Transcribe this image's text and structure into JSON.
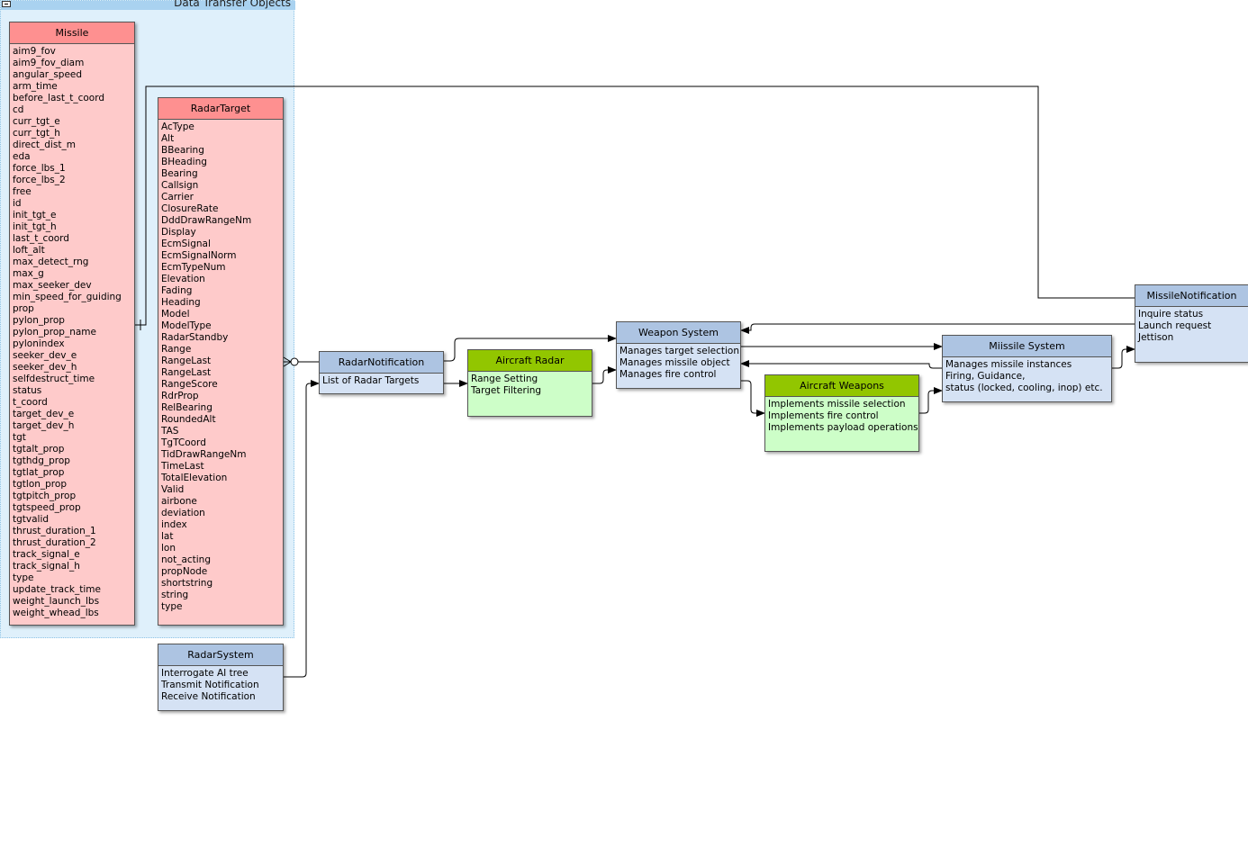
{
  "group": {
    "title": "Data Transfer Objects"
  },
  "entities": {
    "missile": {
      "title": "Missile",
      "items": [
        "aim9_fov",
        "aim9_fov_diam",
        "angular_speed",
        "arm_time",
        "before_last_t_coord",
        "cd",
        "curr_tgt_e",
        "curr_tgt_h",
        "direct_dist_m",
        "eda",
        "force_lbs_1",
        "force_lbs_2",
        "free",
        "id",
        "init_tgt_e",
        "init_tgt_h",
        "last_t_coord",
        "loft_alt",
        "max_detect_rng",
        "max_g",
        "max_seeker_dev",
        "min_speed_for_guiding",
        "prop",
        "pylon_prop",
        "pylon_prop_name",
        "pylonindex",
        "seeker_dev_e",
        "seeker_dev_h",
        "selfdestruct_time",
        "status",
        "t_coord",
        "target_dev_e",
        "target_dev_h",
        "tgt",
        "tgtalt_prop",
        "tgthdg_prop",
        "tgtlat_prop",
        "tgtlon_prop",
        "tgtpitch_prop",
        "tgtspeed_prop",
        "tgtvalid",
        "thrust_duration_1",
        "thrust_duration_2",
        "track_signal_e",
        "track_signal_h",
        "type",
        "update_track_time",
        "weight_launch_lbs",
        "weight_whead_lbs"
      ]
    },
    "radar_target": {
      "title": "RadarTarget",
      "items": [
        "AcType",
        "Alt",
        "BBearing",
        "BHeading",
        "Bearing",
        "Callsign",
        "Carrier",
        "ClosureRate",
        "DddDrawRangeNm",
        "Display",
        "EcmSignal",
        "EcmSignalNorm",
        "EcmTypeNum",
        "Elevation",
        "Fading",
        "Heading",
        "Model",
        "ModelType",
        "RadarStandby",
        "Range",
        "RangeLast",
        "RangeLast",
        "RangeScore",
        "RdrProp",
        "RelBearing",
        "RoundedAlt",
        "TAS",
        "TgTCoord",
        "TidDrawRangeNm",
        "TimeLast",
        "TotalElevation",
        "Valid",
        "airbone",
        "deviation",
        "index",
        "lat",
        "lon",
        "not_acting",
        "propNode",
        "shortstring",
        "string",
        "type"
      ]
    },
    "radar_system": {
      "title": "RadarSystem",
      "items": [
        "Interrogate AI tree",
        "Transmit Notification",
        "Receive Notification"
      ]
    },
    "radar_notification": {
      "title": "RadarNotification",
      "items": [
        "List of Radar Targets"
      ]
    },
    "aircraft_radar": {
      "title": "Aircraft Radar",
      "items": [
        "Range Setting",
        "Target Filtering"
      ]
    },
    "weapon_system": {
      "title": "Weapon System",
      "items": [
        "Manages target selection",
        "Manages missile object",
        "Manages fire control"
      ]
    },
    "aircraft_weapons": {
      "title": "Aircraft Weapons",
      "items": [
        "Implements missile selection",
        "Implements fire control",
        "Implements payload operations"
      ]
    },
    "missile_system": {
      "title": "Miissile System",
      "items": [
        "Manages missile instances",
        "Firing, Guidance,",
        "status (locked, cooling, inop) etc."
      ]
    },
    "missile_notification": {
      "title": "MissileNotification",
      "items": [
        "Inquire status",
        "Launch request",
        "Jettison"
      ]
    }
  },
  "colors": {
    "dto_header": "#fe9090",
    "dto_body": "#fecaca",
    "component_header": "#adc4e2",
    "component_body": "#d5e2f4",
    "impl_header": "#92c600",
    "impl_body": "#cdfec8",
    "group_bg": "#dff0fb"
  }
}
